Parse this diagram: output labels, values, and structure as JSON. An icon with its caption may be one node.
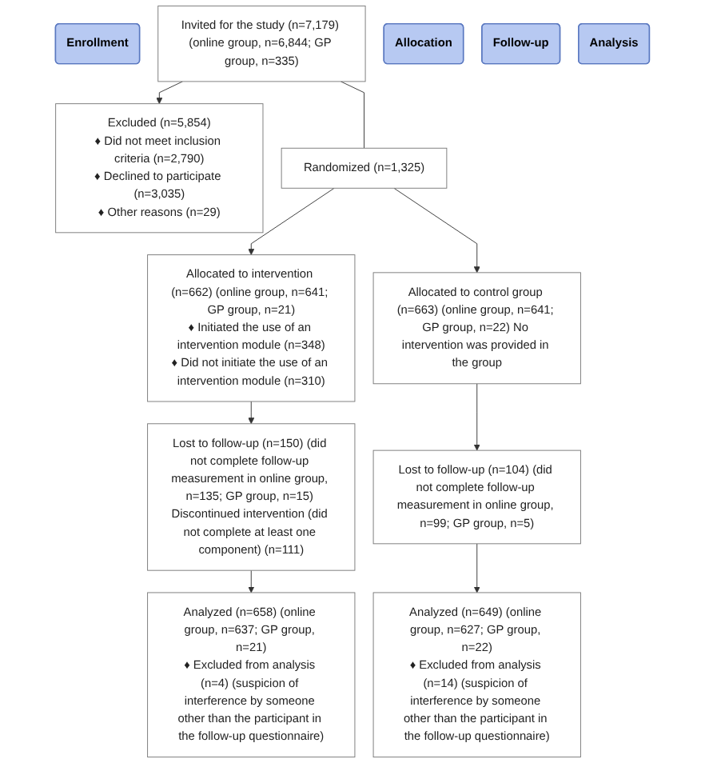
{
  "diagram": {
    "nodes": [
      {
        "text": [
          "Enrollment"
        ]
      },
      {
        "text": [
          "Invited for the study (n=7,179) (online group, n=6,844; GP group, n=335)"
        ]
      },
      {
        "text": [
          "Excluded (n=5,854)",
          "♦ Did not meet inclusion criteria (n=2,790)",
          "♦ Declined to participate (n=3,035)",
          "♦ Other reasons (n=29)"
        ]
      },
      {
        "text": [
          "Randomized (n=1,325)"
        ]
      },
      {
        "text": [
          "Allocation"
        ]
      },
      {
        "text": [
          "Allocated to intervention (n=662) (online group, n=641; GP group, n=21)",
          "♦ Initiated the use of an intervention module (n=348)",
          "♦ Did not initiate the use of an intervention module (n=310)"
        ]
      },
      {
        "text": [
          "Allocated to control group (n=663) (online group, n=641; GP group, n=22) No intervention was provided in the group"
        ]
      },
      {
        "text": [
          "Follow-up"
        ]
      },
      {
        "text": [
          "Lost to follow-up (n=150) (did not complete follow-up measurement in online group, n=135; GP group, n=15) Discontinued intervention (did not complete at least one component) (n=111)"
        ]
      },
      {
        "text": [
          "Lost to follow-up (n=104) (did not complete follow-up measurement in online group, n=99; GP group, n=5)"
        ]
      },
      {
        "text": [
          "Analysis"
        ]
      },
      {
        "text": [
          "Analyzed (n=658) (online group, n=637; GP group, n=21)",
          "♦ Excluded from analysis (n=4) (suspicion of interference by someone other than the participant in the follow-up questionnaire)"
        ]
      },
      {
        "text": [
          "Analyzed (n=649) (online group, n=627; GP group, n=22)",
          "♦ Excluded from analysis (n=14) (suspicion of interference by someone other than the participant in the follow-up questionnaire)"
        ]
      }
    ],
    "edges": [
      {
        "from": 1,
        "to": 3,
        "arrow": "none"
      },
      {
        "from": 1,
        "to": 2,
        "arrow": "to"
      },
      {
        "from": 3,
        "to": 5,
        "arrow": "to"
      },
      {
        "from": 3,
        "to": 6,
        "arrow": "to"
      },
      {
        "from": 5,
        "to": 8,
        "arrow": "to"
      },
      {
        "from": 6,
        "to": 9,
        "arrow": "to"
      },
      {
        "from": 8,
        "to": 11,
        "arrow": "to"
      },
      {
        "from": 9,
        "to": 12,
        "arrow": "to"
      }
    ]
  }
}
